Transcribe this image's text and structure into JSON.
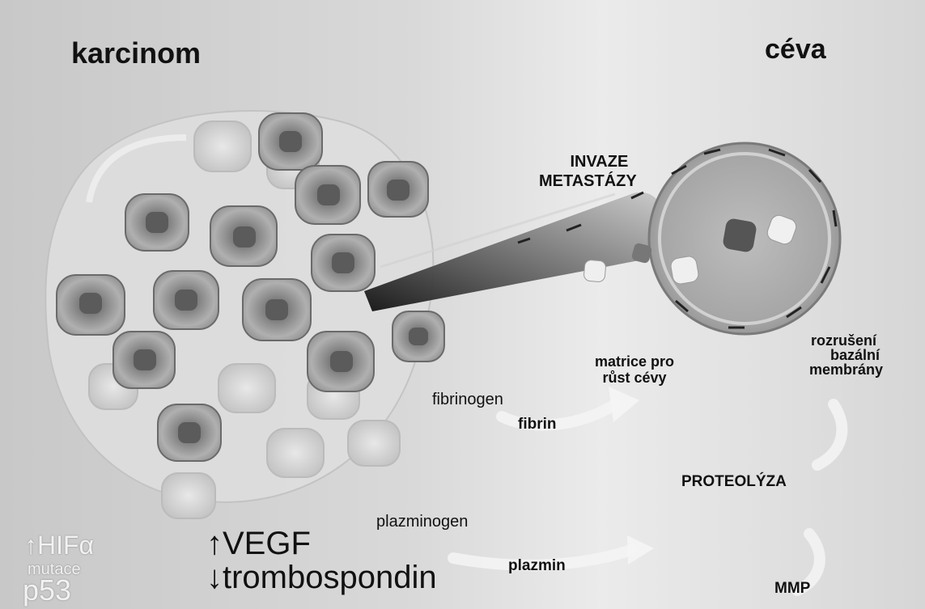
{
  "title_left": "karcinom",
  "title_right": "céva",
  "invasion": [
    "INVAZE",
    "METASTÁZY"
  ],
  "matrix": [
    "matrice pro",
    "růst cévy"
  ],
  "membrane": [
    "rozrušení",
    "bazální",
    "membrány"
  ],
  "fibrinogen": "fibrinogen",
  "fibrin": "fibrin",
  "proteolysis": "PROTEOLÝZA",
  "plasminogen": "plazminogen",
  "plasmin": "plazmin",
  "mmp": "MMP",
  "hif": "↑HIFα",
  "vegf": "↑VEGF",
  "thrombospondin": "↓trombospondin",
  "mutation": "mutace",
  "p53": "p53"
}
